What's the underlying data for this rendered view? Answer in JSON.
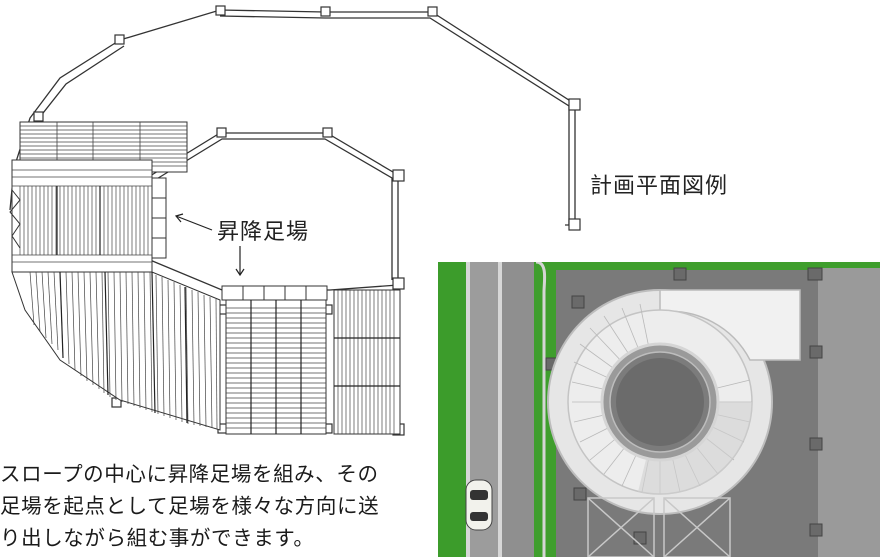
{
  "labels": {
    "plan_legend": "計画平面図例",
    "lift_scaffold": "昇降足場"
  },
  "description": {
    "line1": "スロープの中心に昇降足場を組み、その",
    "line2": "足場を起点として足場を様々な方向に送",
    "line3": "り出しながら組む事ができます。"
  },
  "colors": {
    "line": "#333333",
    "grass": "#3b9a2a",
    "road": "#9a9a9a",
    "concrete": "#d9d9d9",
    "ramp": "#e9e9e9"
  }
}
